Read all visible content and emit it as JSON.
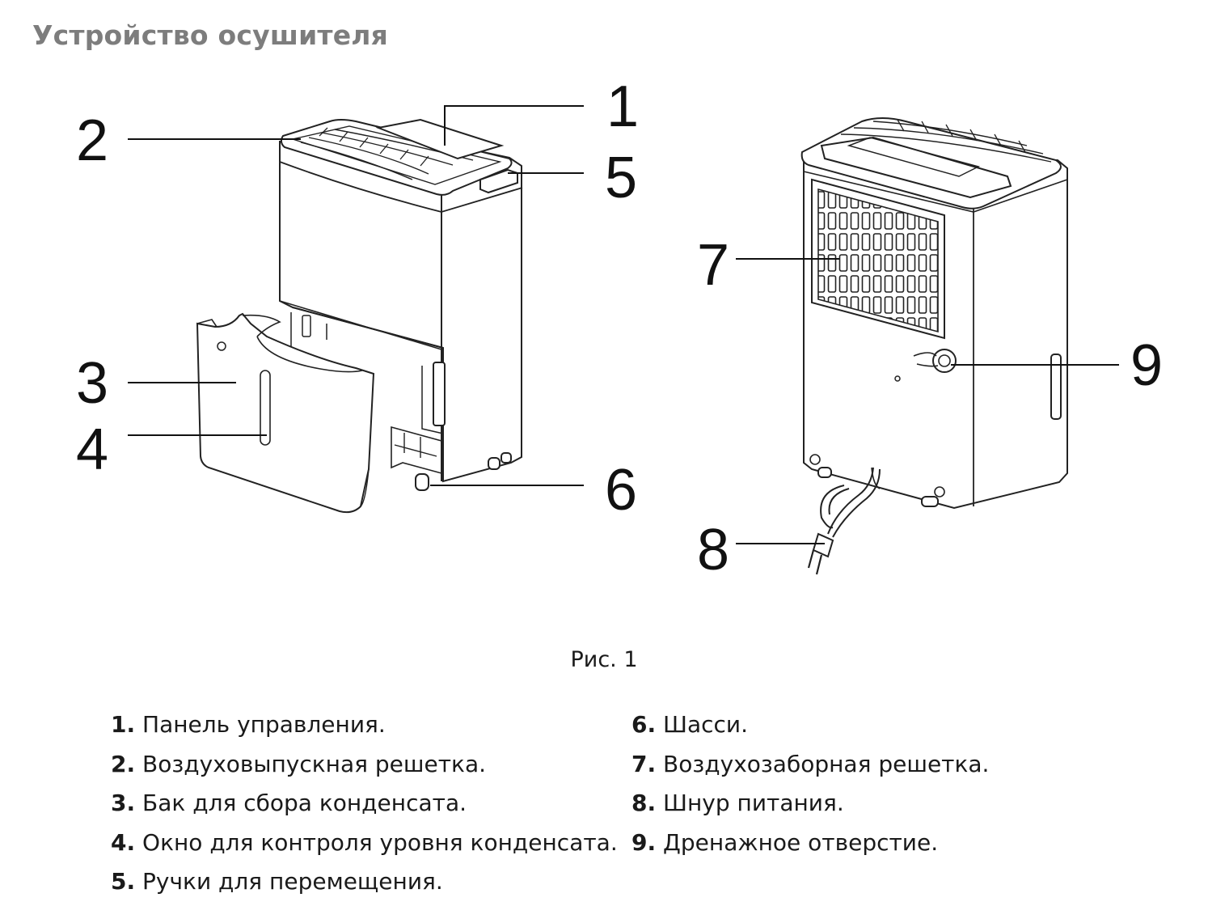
{
  "title": "Устройство осушителя",
  "caption": "Рис. 1",
  "callouts": [
    "1",
    "2",
    "3",
    "4",
    "5",
    "6",
    "7",
    "8",
    "9"
  ],
  "legend": [
    {
      "num": "1.",
      "text": "Панель управления."
    },
    {
      "num": "2.",
      "text": "Воздуховыпускная решетка."
    },
    {
      "num": "3.",
      "text": "Бак для сбора конденсата."
    },
    {
      "num": "4.",
      "text": "Окно для контроля уровня конденсата."
    },
    {
      "num": "5.",
      "text": "Ручки для перемещения."
    },
    {
      "num": "6.",
      "text": "Шасси."
    },
    {
      "num": "7.",
      "text": "Воздухозаборная решетка."
    },
    {
      "num": "8.",
      "text": "Шнур питания."
    },
    {
      "num": "9.",
      "text": "Дренажное отверстие."
    }
  ]
}
